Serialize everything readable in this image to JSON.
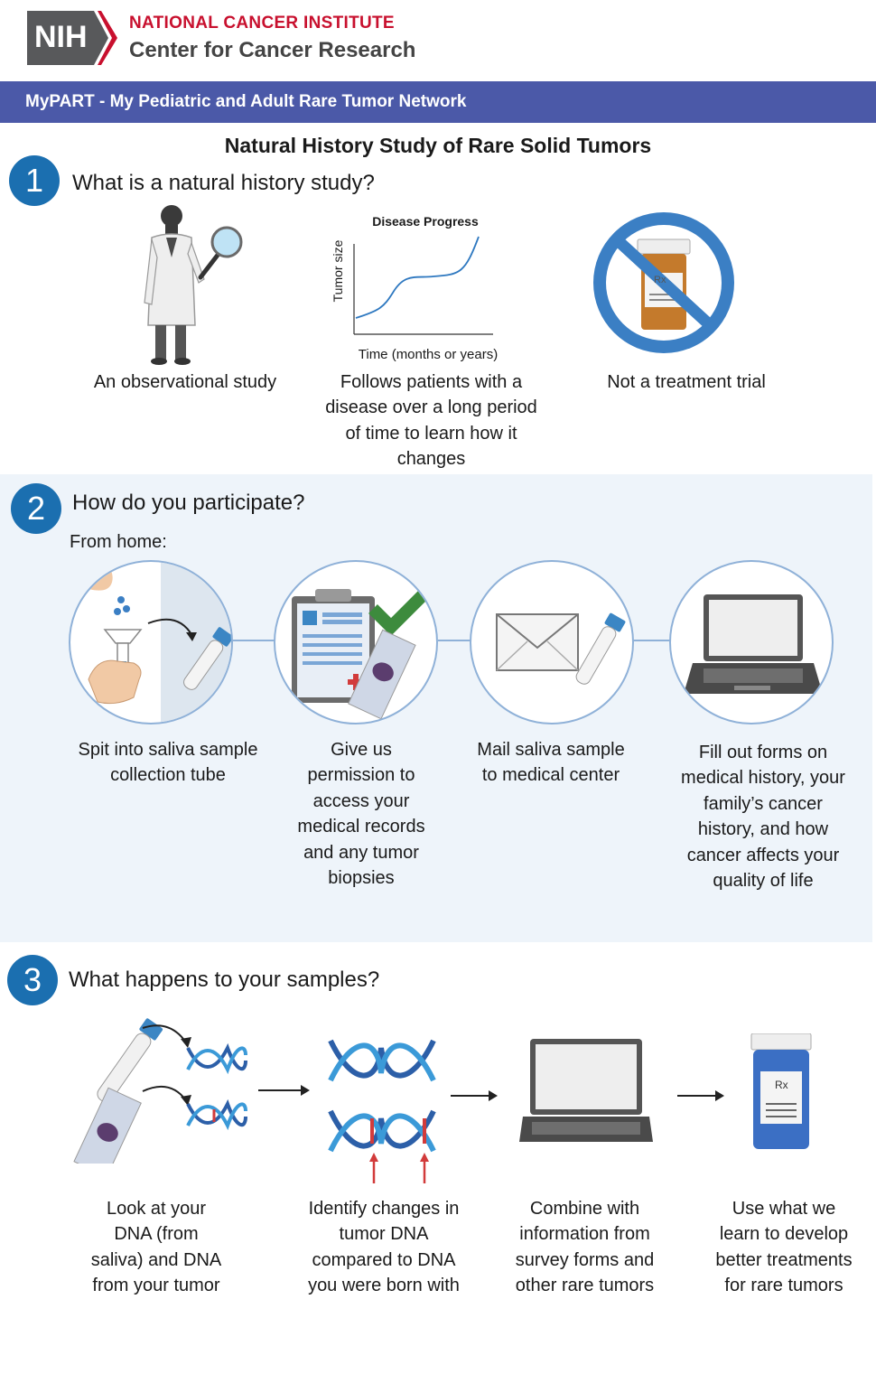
{
  "header": {
    "logo_text": "NIH",
    "org_line1": "NATIONAL CANCER INSTITUTE",
    "org_line2": "Center for Cancer Research",
    "banner": "MyPART - My Pediatric and Adult Rare Tumor Network"
  },
  "title": "Natural History Study of Rare Solid Tumors",
  "section1": {
    "number": "1",
    "heading": "What is a natural history study?",
    "graph": {
      "title": "Disease Progress",
      "ylabel": "Tumor size",
      "xlabel": "Time (months or years)"
    },
    "prescription_symbol": "Rx",
    "captions": [
      "An observational study",
      "Follows patients with a disease over a long period of time to learn how it changes",
      "Not a treatment trial"
    ]
  },
  "section2": {
    "number": "2",
    "heading": "How do you participate?",
    "subheading": "From home:",
    "captions": [
      "Spit into saliva sample collection tube",
      "Give us permission to access your medical records and any tumor biopsies",
      "Mail saliva sample to medical center",
      "Fill out forms on medical history, your family’s cancer history, and how cancer affects your quality of life"
    ]
  },
  "section3": {
    "number": "3",
    "heading": "What happens to your samples?",
    "prescription_symbol": "Rx",
    "captions": [
      "Look at your DNA (from saliva) and DNA from your tumor",
      "Identify changes in tumor DNA compared to DNA you were born with",
      "Combine with information from survey forms and other rare tumors",
      "Use what we learn to develop better treatments for rare tumors"
    ]
  },
  "colors": {
    "banner": "#4b59a8",
    "number_badge": "#1b6fb0",
    "org_red": "#c8102e",
    "panel_bg": "#eef4fa",
    "no_sign": "#3b7fc4",
    "check_green": "#3d8b3d"
  }
}
